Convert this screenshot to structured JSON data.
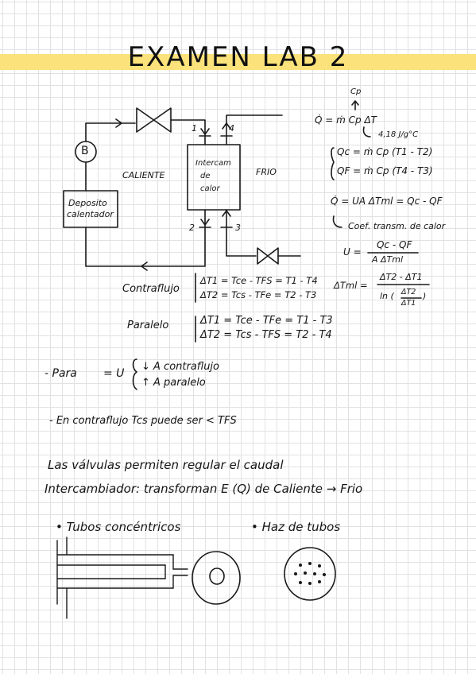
{
  "title": "EXAMEN LAB 2",
  "diagram": {
    "pump": "B",
    "tank": [
      "Deposito",
      "calentador"
    ],
    "exchanger": [
      "Intercam",
      "de",
      "calor"
    ],
    "hot": "CALIENTE",
    "cold": "FRIO",
    "port1": "1",
    "port2": "2",
    "port3": "3",
    "port4": "4"
  },
  "formulas": {
    "cp_label": "Cp",
    "cp_value": "4,18 J/g°C",
    "q": "Q̇ = ṁ Cp ΔT",
    "qc": "Qc = ṁ Cp (T1 - T2)",
    "qf": "QF = ṁ Cp (T4 - T3)",
    "qdot": "Q̇ = UA ΔTml = Qc - QF",
    "coef": "Coef. transm. de calor",
    "u_lhs": "U =",
    "u_num": "Qc - QF",
    "u_den": "A ΔTml",
    "contraflujo_label": "Contraflujo",
    "cf1": "ΔT1 = Tce - TFS = T1 - T4",
    "cf2": "ΔT2 = Tcs - TFe = T2 - T3",
    "tml_lhs": "ΔTml =",
    "tml_num": "ΔT2 - ΔT1",
    "tml_den_ln": "ln (",
    "tml_den_num": "ΔT2",
    "tml_den_den": "ΔT1",
    "tml_den_close": ")",
    "paralelo_label": "Paralelo",
    "p1": "ΔT1 = Tce - TFe = T1 - T3",
    "p2": "ΔT2 = Tcs - TFS = T2 - T4"
  },
  "notes": {
    "para": "- Para",
    "eq_u": "= U",
    "down": "↓ A contraflujo",
    "up": "↑ A paralelo",
    "contraflujo_note": "- En contraflujo Tcs puede ser < TFS",
    "valvulas": "Las válvulas permiten regular el caudal",
    "intercambiador": "Intercambiador: transforman E (Q)  de  Caliente → Frio",
    "tubos": "• Tubos concéntricos",
    "haz": "•  Haz de tubos"
  }
}
